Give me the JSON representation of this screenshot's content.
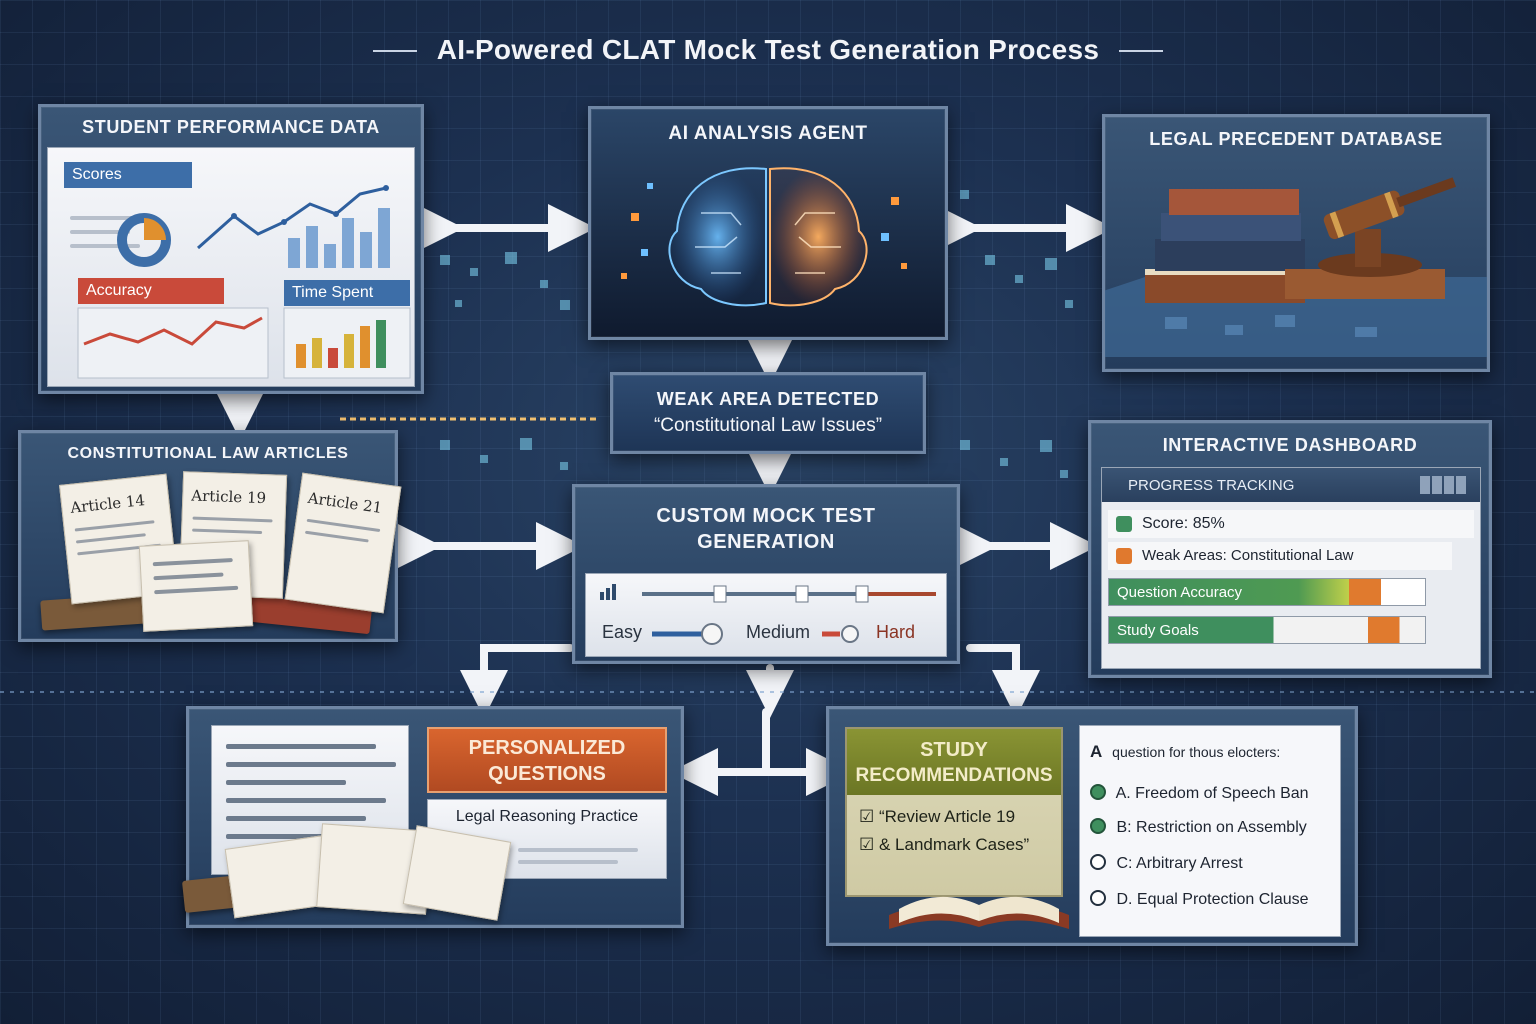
{
  "title": "AI-Powered CLAT Mock Test Generation Process",
  "student_data": {
    "title": "STUDENT PERFORMANCE DATA",
    "scores_label": "Scores",
    "accuracy_label": "Accuracy",
    "time_label": "Time Spent"
  },
  "ai_agent": {
    "title": "AI ANALYSIS AGENT"
  },
  "legal_db": {
    "title": "LEGAL PRECEDENT DATABASE"
  },
  "weak_area": {
    "title": "WEAK AREA DETECTED",
    "detail": "“Constitutional Law Issues”"
  },
  "constitutional": {
    "title": "CONSTITUTIONAL LAW ARTICLES",
    "articles": [
      "Article 14",
      "Article 19",
      "Article 21"
    ]
  },
  "mock_test": {
    "title_line1": "CUSTOM MOCK TEST",
    "title_line2": "GENERATION",
    "difficulty": [
      "Easy",
      "Medium",
      "Hard"
    ]
  },
  "dashboard": {
    "title": "INTERACTIVE DASHBOARD",
    "header": "PROGRESS TRACKING",
    "score": "Score: 85%",
    "weak": "Weak Areas: Constitutional Law",
    "accuracy": "Question Accuracy",
    "goals": "Study Goals"
  },
  "personalized": {
    "title_line1": "PERSONALIZED",
    "title_line2": "QUESTIONS",
    "subtitle": "Legal Reasoning Practice"
  },
  "study": {
    "title_line1": "STUDY",
    "title_line2": "RECOMMENDATIONS",
    "items": [
      "“Review Article 19",
      "& Landmark Cases”"
    ]
  },
  "question": {
    "prefix": "A",
    "prompt": "question for thous elocters:",
    "options": [
      "A. Freedom of Speech Ban",
      "B: Restriction on Assembly",
      "C: Arbitrary Arrest",
      "D. Equal Protection Clause"
    ]
  },
  "colors": {
    "accent_blue": "#3d6ea8",
    "accent_red": "#c94a3a",
    "accent_orange": "#d9652e",
    "accent_green": "#3f8f5e",
    "accent_olive": "#7e8a2e"
  }
}
